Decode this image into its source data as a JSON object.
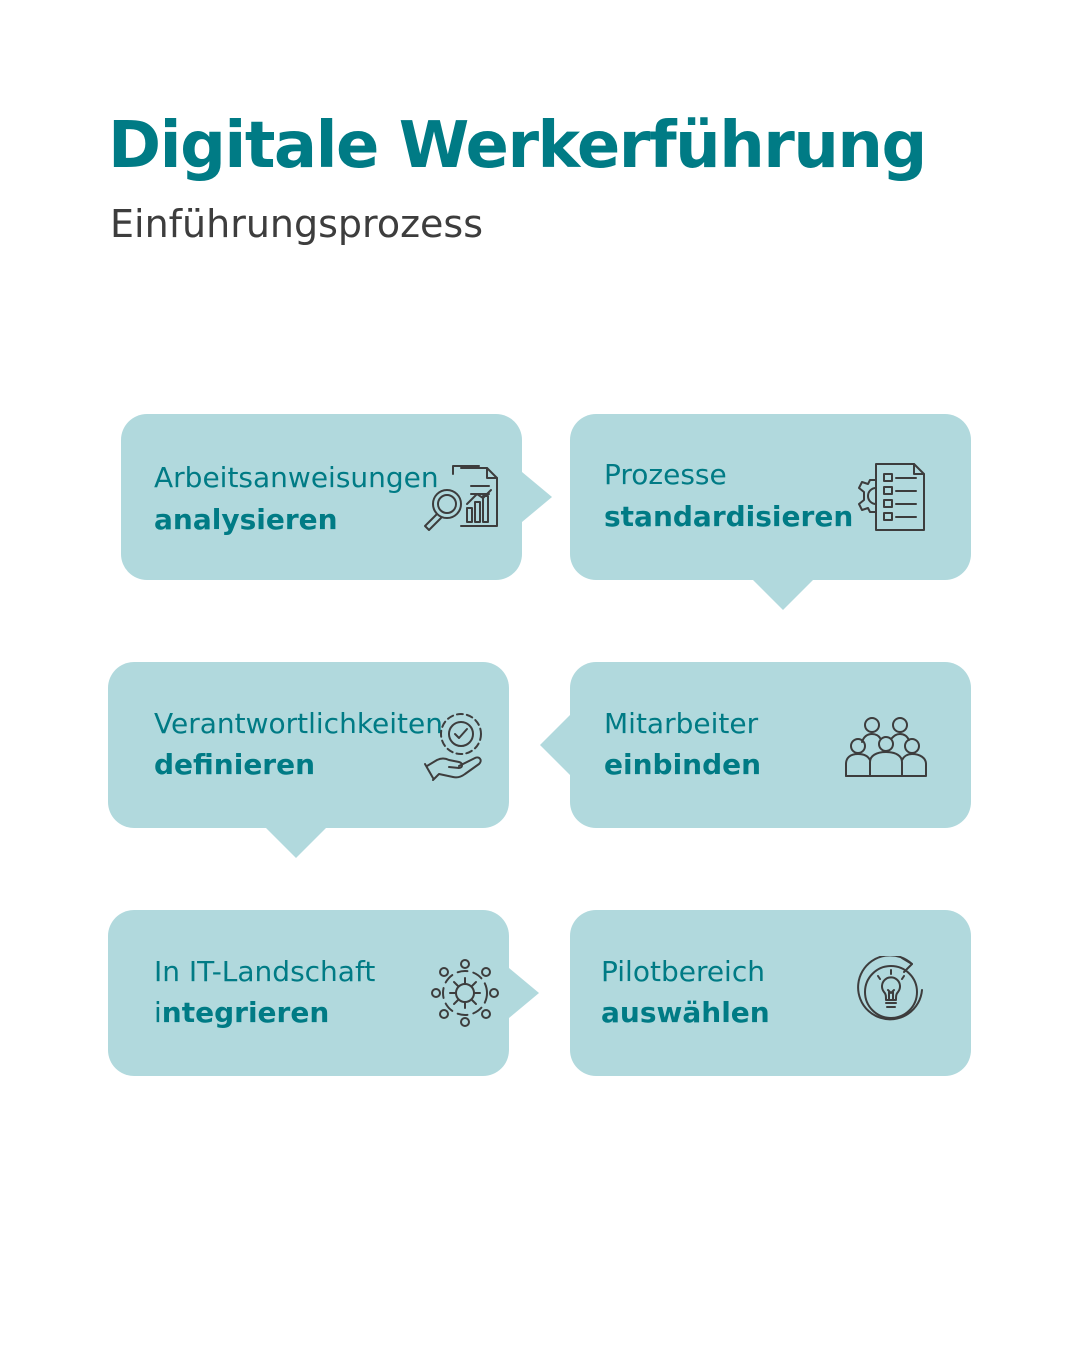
{
  "header": {
    "title": "Digitale Werkerführung",
    "subtitle": "Einführungsprozess"
  },
  "colors": {
    "accent": "#007b85",
    "card_background": "#b1d9dd",
    "subtitle": "#3d3d3d",
    "icon_stroke": "#3d3d3d"
  },
  "steps": [
    {
      "line1": "Arbeitsanweisungen",
      "line2": "analysieren",
      "icon": "document-analysis-icon"
    },
    {
      "line1": "Prozesse",
      "line2": "standardisieren",
      "icon": "gear-checklist-icon"
    },
    {
      "line1": "Verantwortlichkeiten",
      "line2": "definieren",
      "icon": "hand-gear-icon"
    },
    {
      "line1": "Mitarbeiter",
      "line2": "einbinden",
      "icon": "team-group-icon"
    },
    {
      "line1": "In IT-Landschaft",
      "line2_prefix": "i",
      "line2": "ntegrieren",
      "icon": "gear-network-icon"
    },
    {
      "line1": "Pilotbereich",
      "line2": "auswählen",
      "icon": "lightbulb-cycle-icon"
    }
  ]
}
